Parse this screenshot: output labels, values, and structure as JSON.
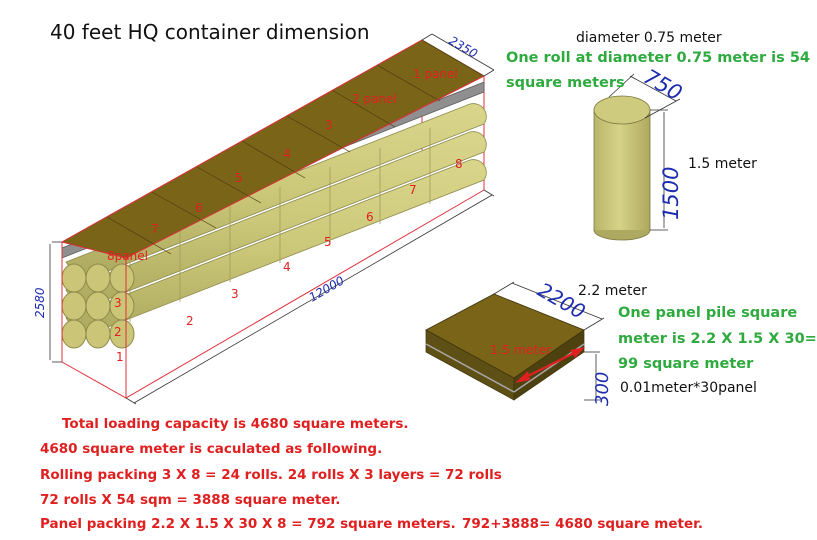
{
  "title": "40 feet HQ container dimension",
  "container": {
    "width_label": "2350",
    "length_label": "12000",
    "height_label": "2580",
    "panel_labels": [
      "1 panel",
      "2 panel",
      "3",
      "4",
      "5",
      "6",
      "7",
      "8panel"
    ],
    "roll_labels_front": [
      "1",
      "2",
      "3"
    ],
    "roll_labels_bottom": [
      "2",
      "3",
      "4",
      "5",
      "6",
      "7",
      "8"
    ]
  },
  "roll": {
    "diameter_text": "diameter 0.75 meter",
    "diameter_dim": "750",
    "height_dim": "1500",
    "height_text": "1.5 meter",
    "area_lines": [
      "One roll at diameter 0.75 meter is 54",
      "square meters"
    ]
  },
  "panel": {
    "length_text": "2.2 meter",
    "length_dim": "2200",
    "width_text": "1.5 meter",
    "height_dim": "300",
    "area_lines": [
      "One panel pile square",
      "meter is 2.2 X 1.5 X 30=",
      "99 square meter"
    ],
    "thickness_note": "0.01meter*30panel"
  },
  "summary": [
    "Total loading capacity is 4680 square meters.",
    "4680 square meter is caculated as following.",
    "Rolling packing 3 X 8 = 24 rolls.  24 rolls X 3 layers = 72 rolls",
    "72 rolls X 54 sqm = 3888 square meter.",
    "Panel packing 2.2 X 1.5 X 30 X 8 = 792 square meters.",
    "792+3888= 4680 square meter."
  ],
  "colors": {
    "panel_top": "#7a6418",
    "panel_side": "#5e4f14",
    "roll_fill": "#cdc97a",
    "roll_stroke": "#8e8a4c",
    "container_line": "#e0303a",
    "dim_blue": "#1c2cb0",
    "green_text": "#2eaa3f",
    "red_text": "#e02020"
  }
}
